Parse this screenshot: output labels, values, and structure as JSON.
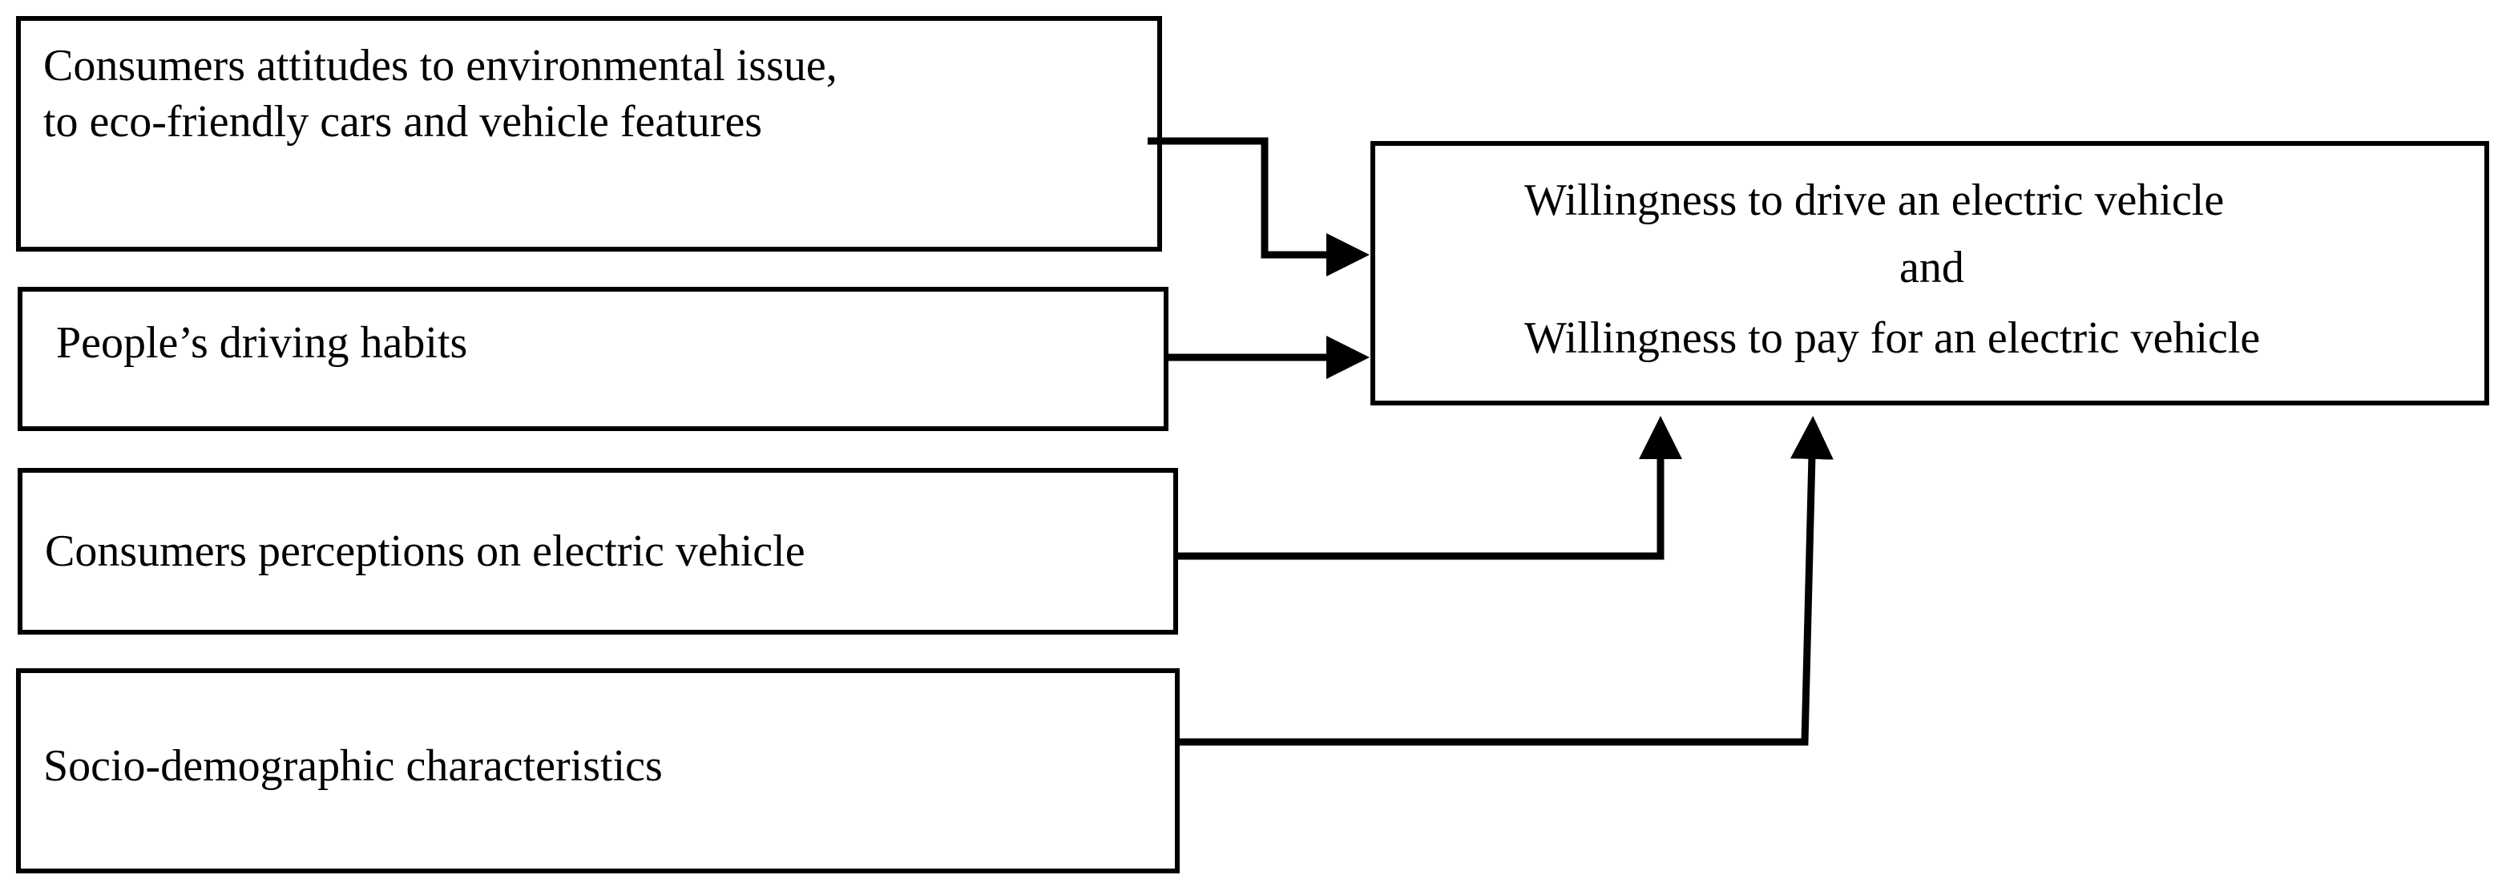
{
  "factors": [
    {
      "lines": [
        "Consumers attitudes to environmental issue,",
        "to eco-friendly cars and vehicle features"
      ]
    },
    {
      "lines": [
        "People’s driving habits"
      ]
    },
    {
      "lines": [
        "Consumers perceptions on electric vehicle"
      ]
    },
    {
      "lines": [
        "Socio-demographic characteristics"
      ]
    }
  ],
  "outcome": {
    "line1": "Willingness to drive an electric vehicle",
    "line2": "and",
    "line3": "Willingness to pay for an electric vehicle"
  }
}
